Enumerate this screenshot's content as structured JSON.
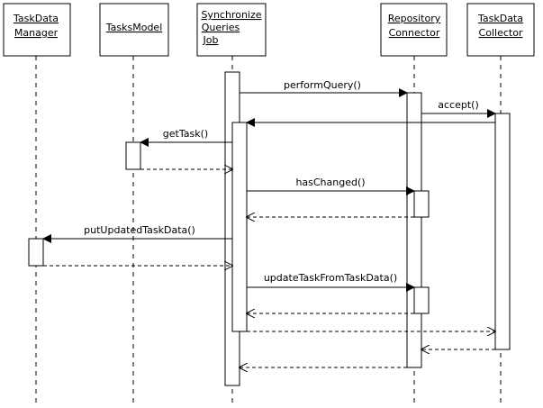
{
  "participants": [
    {
      "id": "tdm",
      "lines": [
        "TaskData",
        "Manager"
      ]
    },
    {
      "id": "tm",
      "lines": [
        "TasksModel"
      ]
    },
    {
      "id": "sqj",
      "lines": [
        "Synchronize",
        "Queries",
        "Job"
      ]
    },
    {
      "id": "rc",
      "lines": [
        "Repository",
        "Connector"
      ]
    },
    {
      "id": "tdc",
      "lines": [
        "TaskData",
        "Collector"
      ]
    }
  ],
  "messages": [
    {
      "id": "m1",
      "label": "performQuery()"
    },
    {
      "id": "m2",
      "label": "accept()"
    },
    {
      "id": "m4",
      "label": "getTask()"
    },
    {
      "id": "m6",
      "label": "hasChanged()"
    },
    {
      "id": "m8",
      "label": "putUpdatedTaskData()"
    },
    {
      "id": "m10",
      "label": "updateTaskFromTaskData()"
    }
  ]
}
